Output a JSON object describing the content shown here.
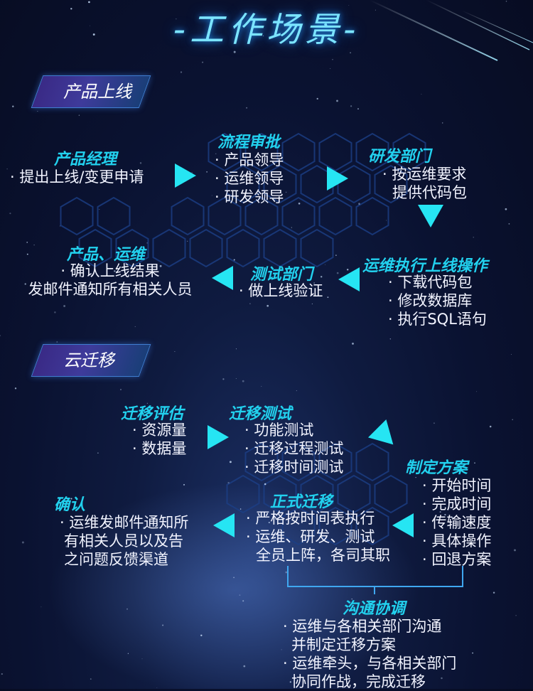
{
  "title": "-工作场景-",
  "sections": {
    "launch": {
      "label": "产品上线",
      "nodes": {
        "pm": {
          "title": "产品经理",
          "lines": [
            "· 提出上线/变更申请"
          ]
        },
        "approval": {
          "title": "流程审批",
          "lines": [
            "· 产品领导",
            "· 运维领导",
            "· 研发领导"
          ]
        },
        "rnd": {
          "title": "研发部门",
          "lines": [
            "· 按运维要求",
            "提供代码包"
          ]
        },
        "ops": {
          "title": "运维执行上线操作",
          "lines": [
            "· 下载代码包",
            "· 修改数据库",
            "· 执行SQL语句"
          ]
        },
        "test": {
          "title": "测试部门",
          "lines": [
            "· 做上线验证"
          ]
        },
        "confirm": {
          "title": "产品、运维",
          "lines": [
            "· 确认上线结果",
            "发邮件通知所有相关人员"
          ]
        }
      }
    },
    "migration": {
      "label": "云迁移",
      "nodes": {
        "assess": {
          "title": "迁移评估",
          "lines": [
            "· 资源量",
            "· 数据量"
          ]
        },
        "mtest": {
          "title": "迁移测试",
          "lines": [
            "· 功能测试",
            "· 迁移过程测试",
            "· 迁移时间测试"
          ]
        },
        "plan": {
          "title": "制定方案",
          "lines": [
            "· 开始时间",
            "· 完成时间",
            "· 传输速度",
            "· 具体操作",
            "· 回退方案"
          ]
        },
        "formal": {
          "title": "正式迁移",
          "lines": [
            "· 严格按时间表执行",
            "· 运维、研发、测试",
            "全员上阵，各司其职"
          ]
        },
        "ack": {
          "title": "确认",
          "lines": [
            "· 运维发邮件通知所",
            "有相关人员以及告",
            "之问题反馈渠道"
          ]
        },
        "comm": {
          "title": "沟通协调",
          "lines": [
            "· 运维与各相关部门沟通",
            "并制定迁移方案",
            "· 运维牵头，与各相关部门",
            "协同作战，完成迁移"
          ]
        }
      }
    }
  },
  "colors": {
    "accent": "#26e5f3",
    "heading": "#22d1ee",
    "title": "#7be4ff",
    "badge": "#3a2a86"
  },
  "icons": {
    "arrow": "triangle-arrow",
    "background": "hexagon-grid"
  }
}
